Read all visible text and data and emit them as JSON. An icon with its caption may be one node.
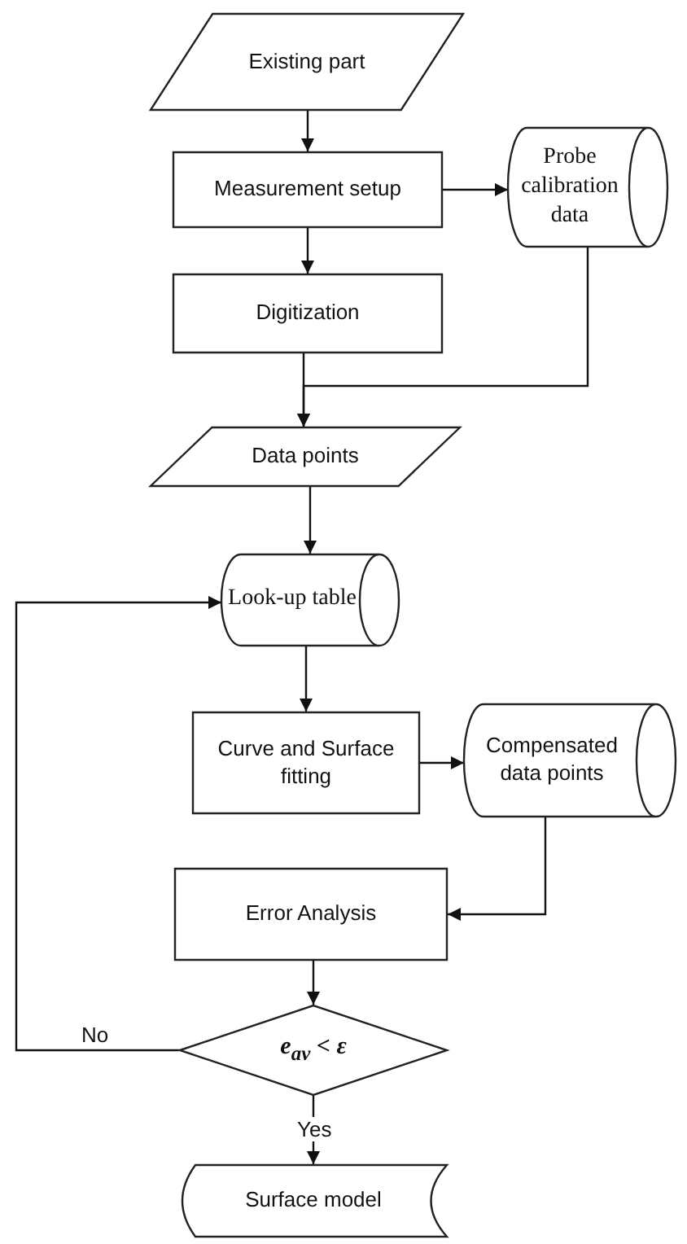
{
  "diagram": {
    "nodes": [
      {
        "text": [
          "Existing part"
        ]
      },
      {
        "text": [
          "Measurement setup"
        ]
      },
      {
        "text": [
          "Probe calibration data"
        ]
      },
      {
        "text": [
          "Digitization"
        ]
      },
      {
        "text": [
          "Data points"
        ]
      },
      {
        "text": [
          "Look-up table"
        ]
      },
      {
        "text": [
          "Curve and Surface fitting"
        ]
      },
      {
        "text": [
          "Compensated data points"
        ]
      },
      {
        "text": [
          "Error Analysis"
        ]
      },
      {
        "text": [
          "e$_{av}$ < ε"
        ]
      },
      {
        "text": [
          "Surface model"
        ]
      }
    ],
    "edges": [
      {
        "from": 0,
        "to": 1,
        "arrow": "to"
      },
      {
        "from": 1,
        "to": 2,
        "arrow": "to"
      },
      {
        "from": 1,
        "to": 3,
        "arrow": "to"
      },
      {
        "from": 3,
        "to": 4,
        "arrow": "to"
      },
      {
        "from": 2,
        "to": 4,
        "arrow": "to"
      },
      {
        "from": 4,
        "to": 5,
        "arrow": "to"
      },
      {
        "from": 5,
        "to": 6,
        "arrow": "to"
      },
      {
        "from": 6,
        "to": 7,
        "arrow": "to"
      },
      {
        "from": 7,
        "to": 8,
        "arrow": "to"
      },
      {
        "from": 8,
        "to": 9,
        "arrow": "to"
      },
      {
        "from": 9,
        "to": 5,
        "arrow": "to",
        "label": "No"
      },
      {
        "from": 9,
        "to": 10,
        "arrow": "to",
        "label": "Yes"
      }
    ]
  }
}
